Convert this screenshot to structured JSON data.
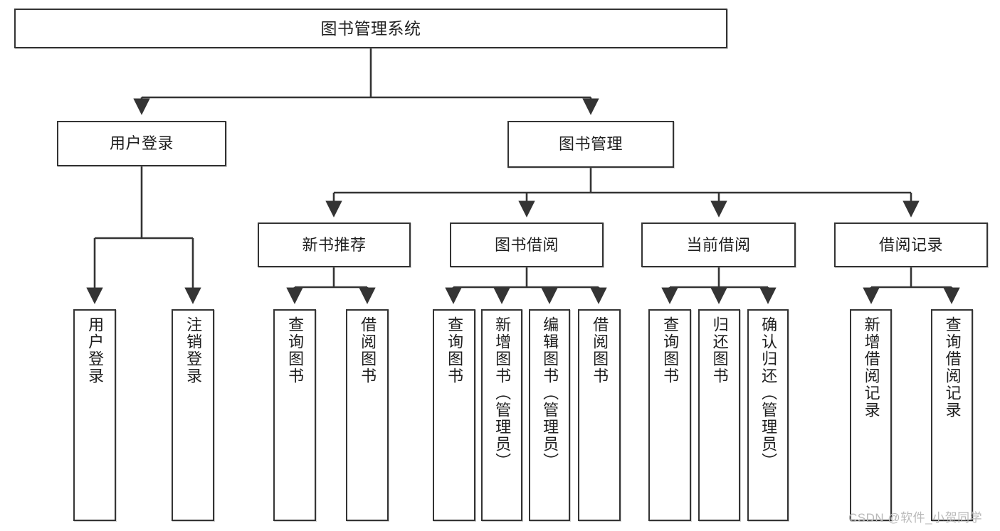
{
  "diagram": {
    "title": "图书管理系统",
    "type": "tree-hierarchy",
    "root": {
      "label": "图书管理系统"
    },
    "level1": [
      {
        "label": "用户登录"
      },
      {
        "label": "图书管理"
      }
    ],
    "level2": [
      {
        "label": "新书推荐"
      },
      {
        "label": "图书借阅"
      },
      {
        "label": "当前借阅"
      },
      {
        "label": "借阅记录"
      }
    ],
    "leaves": {
      "user_login": [
        {
          "label": "用户登录"
        },
        {
          "label": "注销登录"
        }
      ],
      "new_book_recommend": [
        {
          "label": "查询图书"
        },
        {
          "label": "借阅图书"
        }
      ],
      "book_borrow": [
        {
          "label": "查询图书"
        },
        {
          "label": "新增图书（管理员）"
        },
        {
          "label": "编辑图书（管理员）"
        },
        {
          "label": "借阅图书"
        }
      ],
      "current_borrow": [
        {
          "label": "查询图书"
        },
        {
          "label": "归还图书"
        },
        {
          "label": "确认归还（管理员）"
        }
      ],
      "borrow_record": [
        {
          "label": "新增借阅记录"
        },
        {
          "label": "查询借阅记录"
        }
      ]
    }
  },
  "watermark": {
    "text": "CSDN @软件_小贺同学"
  },
  "colors": {
    "stroke": "#343434",
    "background": "#ffffff",
    "text": "#1f1f1f",
    "watermark": "#b9b9b9"
  }
}
